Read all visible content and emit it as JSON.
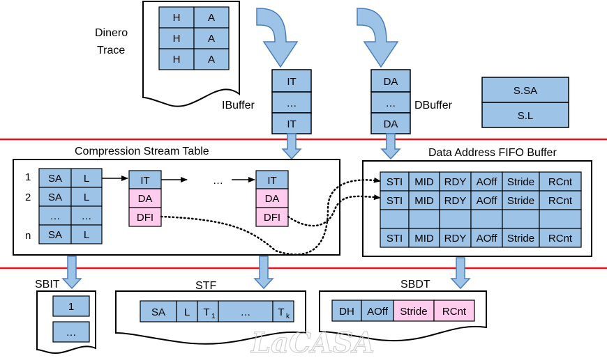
{
  "colors": {
    "cell_blue": "#9dc3e6",
    "cell_pink": "#ffccee",
    "arrow_fill": "#9dc3e6",
    "arrow_stroke": "#4a7ebb",
    "red_line": "#e8111a",
    "watermark": "#c8c8c8"
  },
  "dinero": {
    "label_line1": "Dinero",
    "label_line2": "Trace",
    "rows": [
      [
        "H",
        "A"
      ],
      [
        "H",
        "A"
      ],
      [
        "H",
        "A"
      ]
    ]
  },
  "ibuffer": {
    "label": "IBuffer",
    "cells": [
      "IT",
      "…",
      "IT"
    ]
  },
  "dbuffer": {
    "label": "DBuffer",
    "cells": [
      "DA",
      "…",
      "DA"
    ]
  },
  "s_box": {
    "cells": [
      "S.SA",
      "S.L"
    ]
  },
  "cst": {
    "title": "Compression Stream Table",
    "row_labels": [
      "1",
      "2",
      "n"
    ],
    "table": [
      [
        "SA",
        "L"
      ],
      [
        "SA",
        "L"
      ],
      [
        "…",
        "…"
      ],
      [
        "SA",
        "L"
      ]
    ],
    "entry_cells": [
      "IT",
      "DA",
      "DFI"
    ],
    "ellipsis": "…"
  },
  "dafb": {
    "title": "Data Address FIFO Buffer",
    "rows": [
      [
        "STI",
        "MID",
        "RDY",
        "AOff",
        "Stride",
        "RCnt"
      ],
      [
        "STI",
        "MID",
        "RDY",
        "AOff",
        "Stride",
        "RCnt"
      ],
      [
        "",
        "",
        "",
        "",
        "",
        ""
      ],
      [
        "STI",
        "MID",
        "RDY",
        "AOff",
        "Stride",
        "RCnt"
      ]
    ]
  },
  "sbit": {
    "label": "SBIT",
    "cells": [
      "1",
      "…"
    ]
  },
  "stf": {
    "label": "STF",
    "cells": [
      "SA",
      "L",
      "T",
      "…",
      "T"
    ],
    "t_subscripts": [
      "1",
      "k"
    ]
  },
  "sbdt": {
    "label": "SBDT",
    "cells": [
      "DH",
      "AOff",
      "Stride",
      "RCnt"
    ]
  },
  "watermark": "LaCASA"
}
